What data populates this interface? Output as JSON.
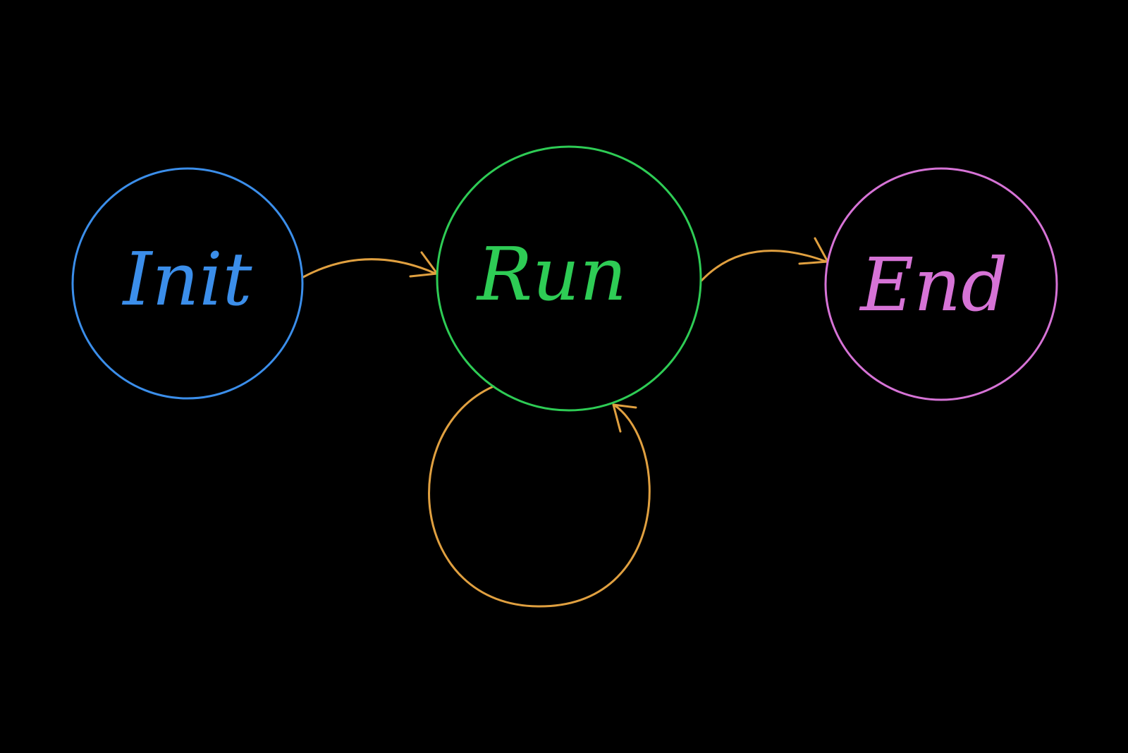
{
  "diagram": {
    "background": "#000000",
    "nodes": [
      {
        "id": "init",
        "label": "Init",
        "color": "#3b8eea"
      },
      {
        "id": "run",
        "label": "Run",
        "color": "#2ecc55"
      },
      {
        "id": "end",
        "label": "End",
        "color": "#d673d6"
      }
    ],
    "edges": [
      {
        "from": "init",
        "to": "run",
        "color": "#e0a040"
      },
      {
        "from": "run",
        "to": "run",
        "color": "#e0a040"
      },
      {
        "from": "run",
        "to": "end",
        "color": "#e0a040"
      }
    ]
  }
}
